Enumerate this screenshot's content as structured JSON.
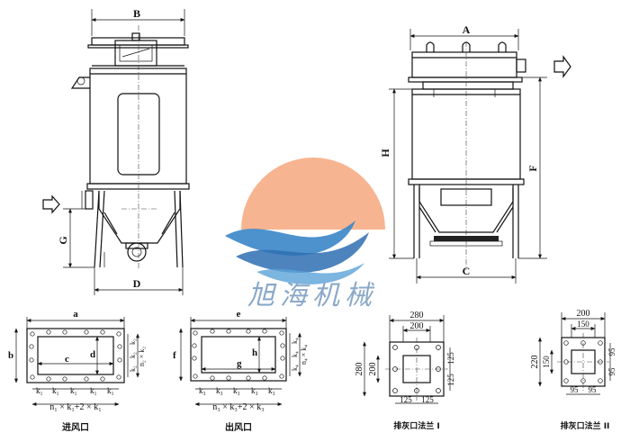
{
  "watermark": {
    "company": "旭海机械",
    "sun_color": "#f4a37a",
    "wave_color": "#3a7fc1"
  },
  "front_view": {
    "dim_width": "B",
    "dim_inlet_height": "G",
    "dim_base": "D"
  },
  "side_view": {
    "dim_top": "A",
    "dim_body_height": "H",
    "dim_total_height": "F",
    "dim_base": "C"
  },
  "inlet_flange": {
    "dim_outer": "a",
    "dim_inner": "c",
    "dim_height_outer": "b",
    "dim_height_inner": "d",
    "pitch_label": "k₁",
    "side_pitch": "k₂",
    "side_formula": "n₂ × k₂",
    "bottom_formula": "n₁ × k₁+2 × k₁",
    "caption": "进风口"
  },
  "outlet_flange": {
    "dim_outer": "e",
    "dim_inner": "g",
    "dim_height_outer": "f",
    "dim_height_inner": "h",
    "pitch_label": "k₃",
    "side_pitch": "k₄",
    "side_formula": "n₄ × k₄",
    "bottom_formula": "n₃ × k₃+2 × k₃",
    "caption": "出风口"
  },
  "ash_flange_1": {
    "outer": "280",
    "inner": "200",
    "side_outer": "280",
    "side_inner": "200",
    "pitch_a": "125",
    "pitch_b": "125",
    "bottom_a": "125",
    "bottom_b": "125",
    "caption": "排灰口法兰 I"
  },
  "ash_flange_2": {
    "outer": "200",
    "inner": "150",
    "side_outer": "220",
    "side_inner": "150",
    "pitch_a": "95",
    "pitch_b": "95",
    "bottom_a": "95",
    "bottom_b": "95",
    "caption": "排灰口法兰 II"
  }
}
